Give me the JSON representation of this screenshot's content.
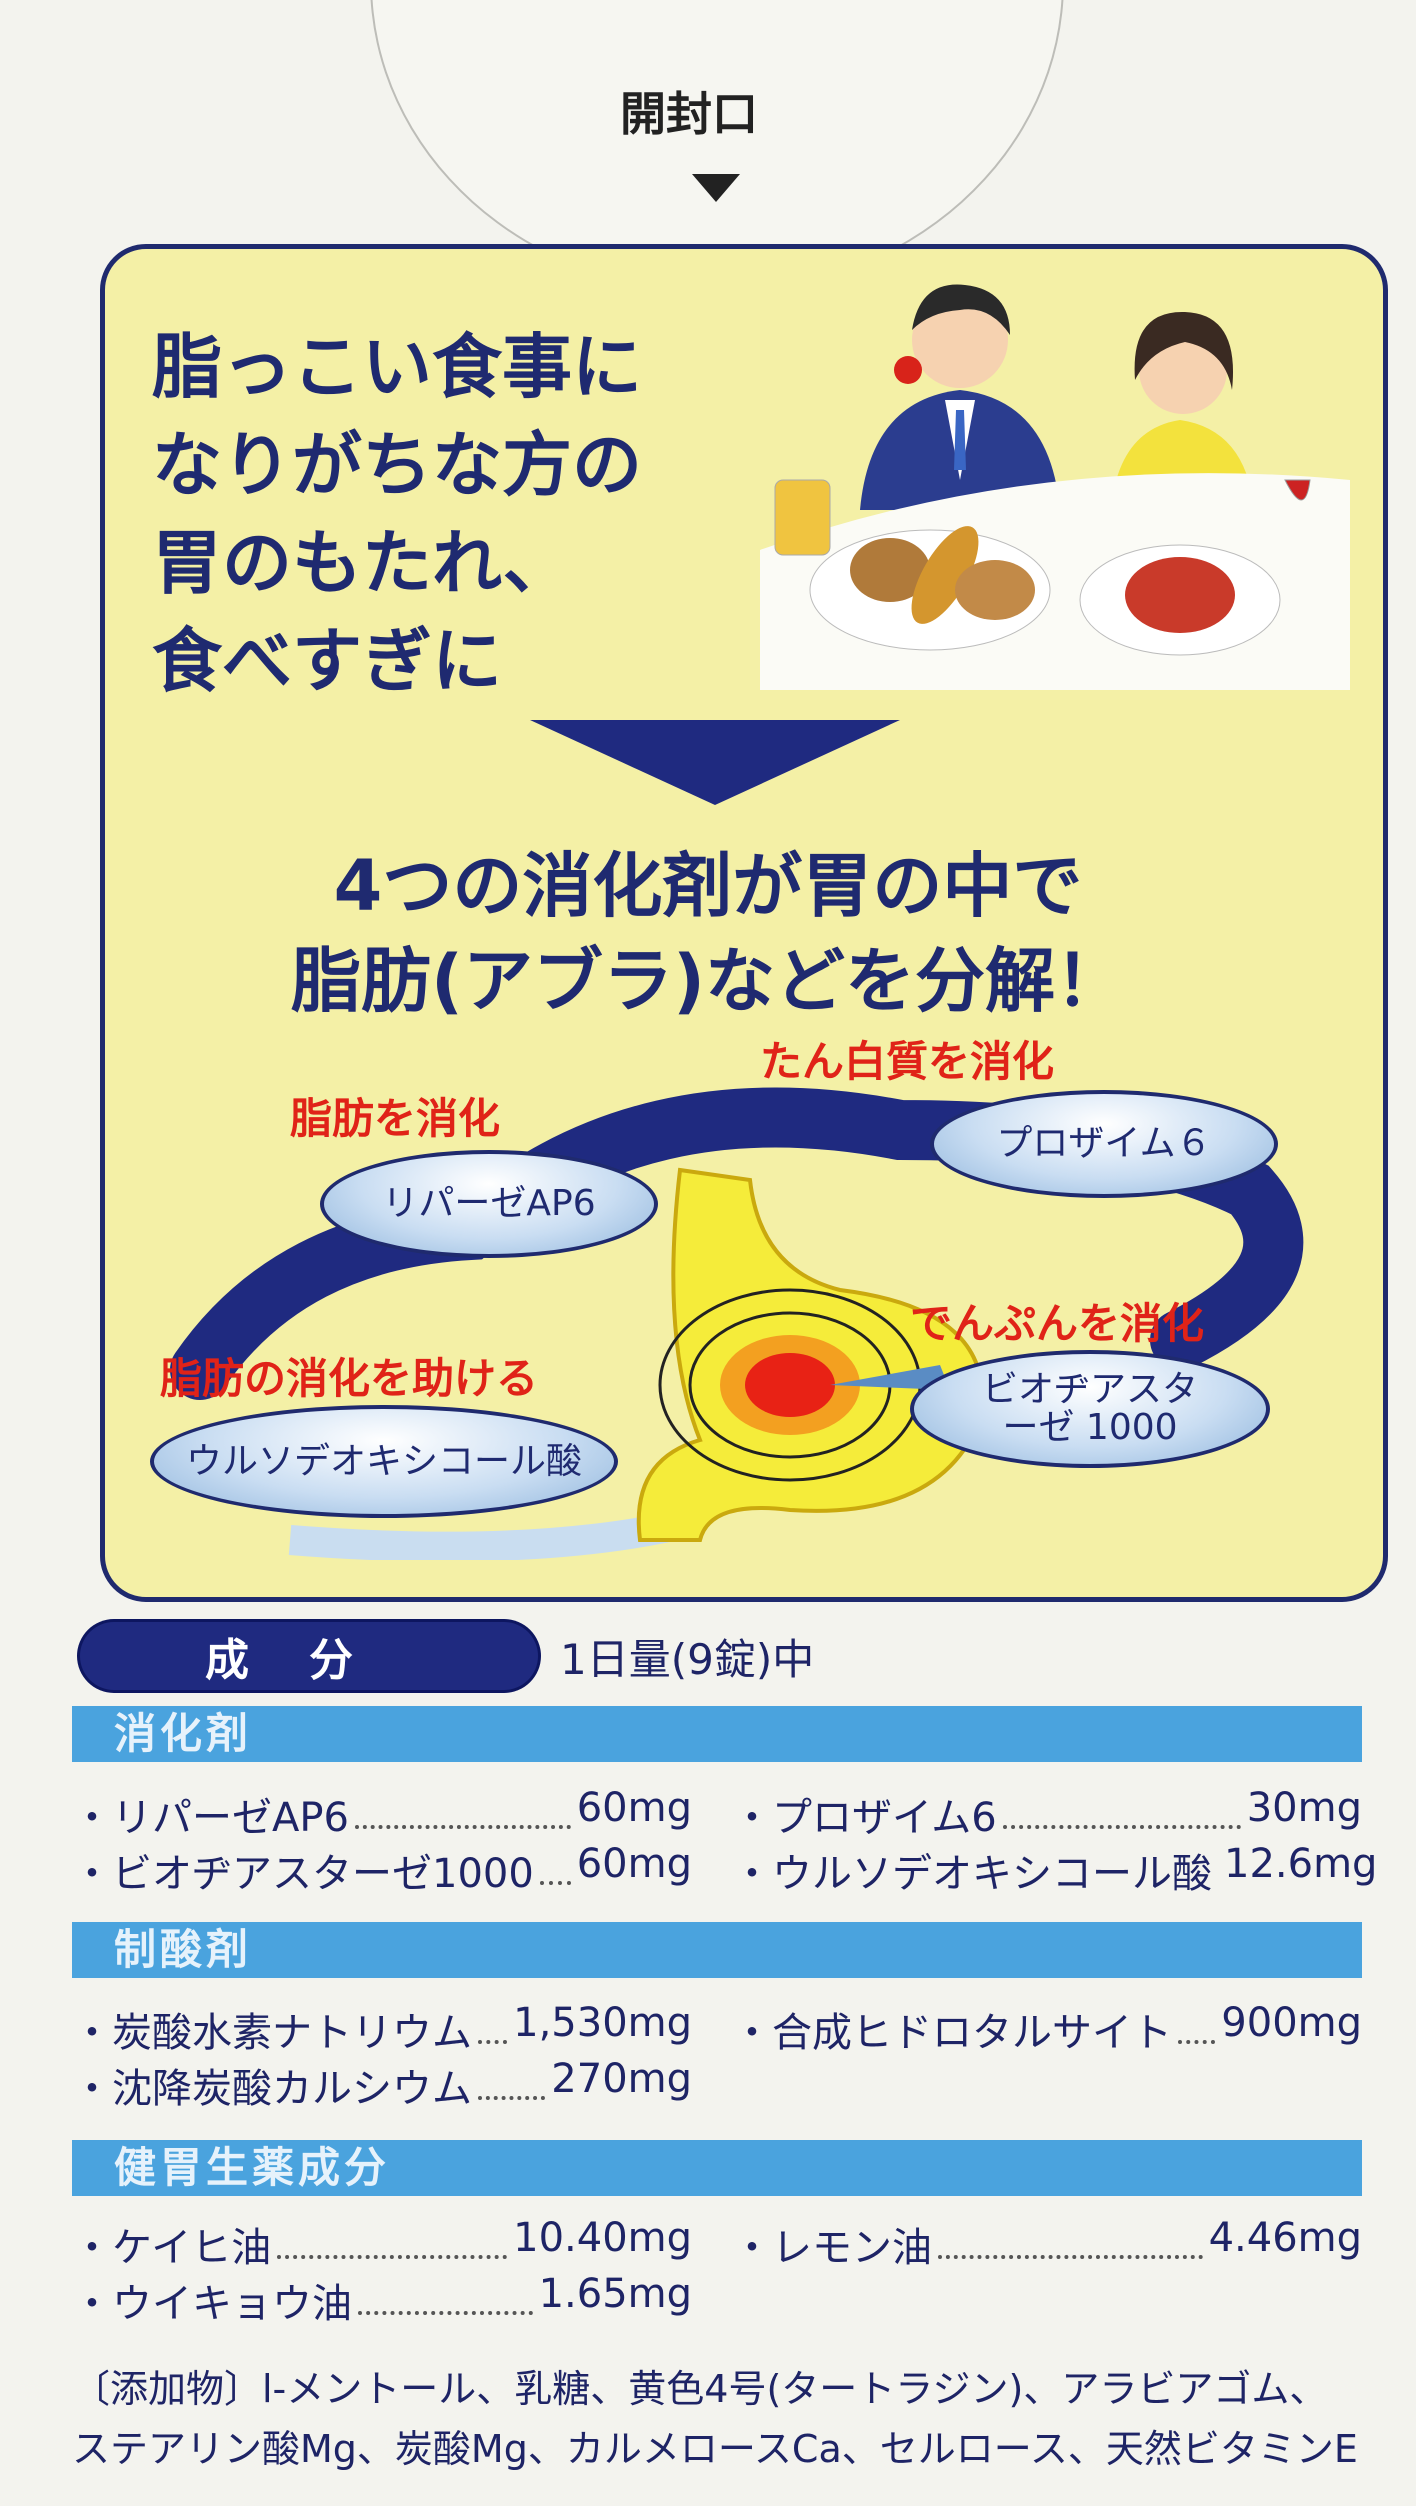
{
  "opening": {
    "label": "開封口"
  },
  "headline": [
    "脂っこい食事に",
    "なりがちな方の",
    "胃のもたれ、",
    "食べすぎに"
  ],
  "subheadline": [
    "4つの消化剤が胃の中で",
    "脂肪(アブラ)などを分解！"
  ],
  "diagram": {
    "enzymes": [
      {
        "effect": "脂肪を消化",
        "name": "リパーゼAP6"
      },
      {
        "effect": "たん白質を消化",
        "name": "プロザイム６"
      },
      {
        "effect": "でんぷんを消化",
        "name": "ビオヂアスターゼ 1000"
      },
      {
        "effect": "脂肪の消化を助ける",
        "name": "ウルソデオキシコール酸"
      }
    ]
  },
  "ingredients": {
    "title": "成分",
    "dose": "1日量(9錠)中",
    "sections": [
      {
        "title": "消化剤",
        "items": [
          {
            "name": "・リパーゼAP6",
            "value": "60mg"
          },
          {
            "name": "・プロザイム6",
            "value": "30mg"
          },
          {
            "name": "・ビオヂアスターゼ1000",
            "value": "60mg"
          },
          {
            "name": "・ウルソデオキシコール酸",
            "value": "12.6mg"
          }
        ]
      },
      {
        "title": "制酸剤",
        "items": [
          {
            "name": "・炭酸水素ナトリウム",
            "value": "1,530mg"
          },
          {
            "name": "・合成ヒドロタルサイト",
            "value": "900mg"
          },
          {
            "name": "・沈降炭酸カルシウム",
            "value": "270mg"
          }
        ]
      },
      {
        "title": "健胃生薬成分",
        "items": [
          {
            "name": "・ケイヒ油",
            "value": "10.40mg"
          },
          {
            "name": "・レモン油",
            "value": "4.46mg"
          },
          {
            "name": "・ウイキョウ油",
            "value": "1.65mg"
          }
        ]
      }
    ],
    "additives": [
      "〔添加物〕l-メントール、乳糖、黄色4号(タートラジン)、アラビアゴム、",
      "ステアリン酸Mg、炭酸Mg、カルメロースCa、セルロース、天然ビタミンE"
    ]
  },
  "colors": {
    "navy": "#1f2a6e",
    "yellow": "#f4f0a6",
    "red": "#e02318",
    "bar": "#4aa3de"
  }
}
